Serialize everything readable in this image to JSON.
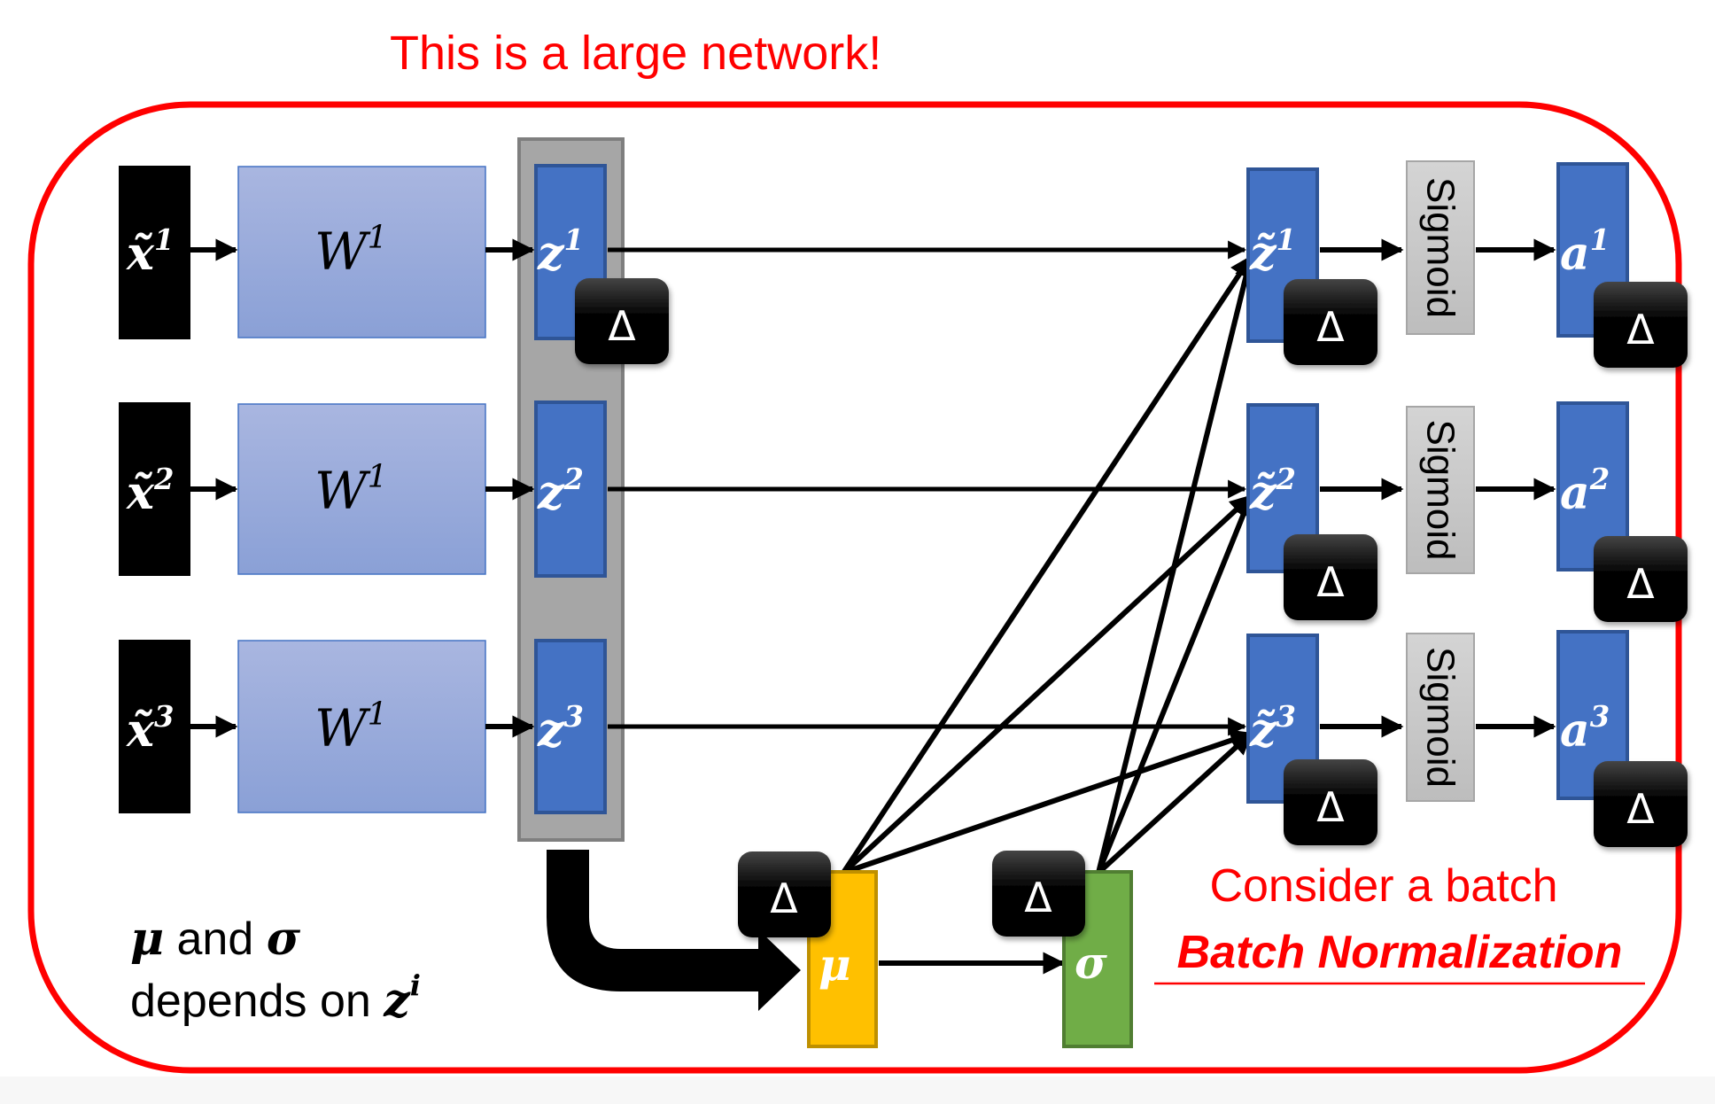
{
  "title": "This is a large network!",
  "colors": {
    "frame": "#ff0000",
    "input_box": "#000000",
    "weight_box_top": "#a9b6e0",
    "weight_box_bottom": "#8aa0d6",
    "z_box": "#4472c4",
    "z_box_border": "#2f5597",
    "batch_column": "#a6a6a6",
    "sigmoid_box": "#c9c9c9",
    "mu_box": "#ffc000",
    "sigma_box": "#70ad47",
    "delta_badge": "#000000"
  },
  "rows": [
    {
      "input": {
        "base": "x̃",
        "sup": "1"
      },
      "weight": {
        "base": "W",
        "sup": "1"
      },
      "z": {
        "base": "z",
        "sup": "1"
      },
      "z_norm": {
        "base": "z̃",
        "sup": "1"
      },
      "activation_fn": "Sigmoid",
      "output": {
        "base": "a",
        "sup": "1"
      }
    },
    {
      "input": {
        "base": "x̃",
        "sup": "2"
      },
      "weight": {
        "base": "W",
        "sup": "1"
      },
      "z": {
        "base": "z",
        "sup": "2"
      },
      "z_norm": {
        "base": "z̃",
        "sup": "2"
      },
      "activation_fn": "Sigmoid",
      "output": {
        "base": "a",
        "sup": "2"
      }
    },
    {
      "input": {
        "base": "x̃",
        "sup": "3"
      },
      "weight": {
        "base": "W",
        "sup": "1"
      },
      "z": {
        "base": "z",
        "sup": "3"
      },
      "z_norm": {
        "base": "z̃",
        "sup": "3"
      },
      "activation_fn": "Sigmoid",
      "output": {
        "base": "a",
        "sup": "3"
      }
    }
  ],
  "stats": {
    "mu_label": "μ",
    "sigma_label": "σ"
  },
  "delta_symbol": "Δ",
  "notes": {
    "depends_line1_a": "μ",
    "depends_line1_b": " and ",
    "depends_line1_c": "σ",
    "depends_line2_a": "depends on ",
    "depends_line2_b": "z",
    "depends_line2_sup": "i",
    "consider": "Consider a batch",
    "batch_norm": "Batch Normalization"
  }
}
